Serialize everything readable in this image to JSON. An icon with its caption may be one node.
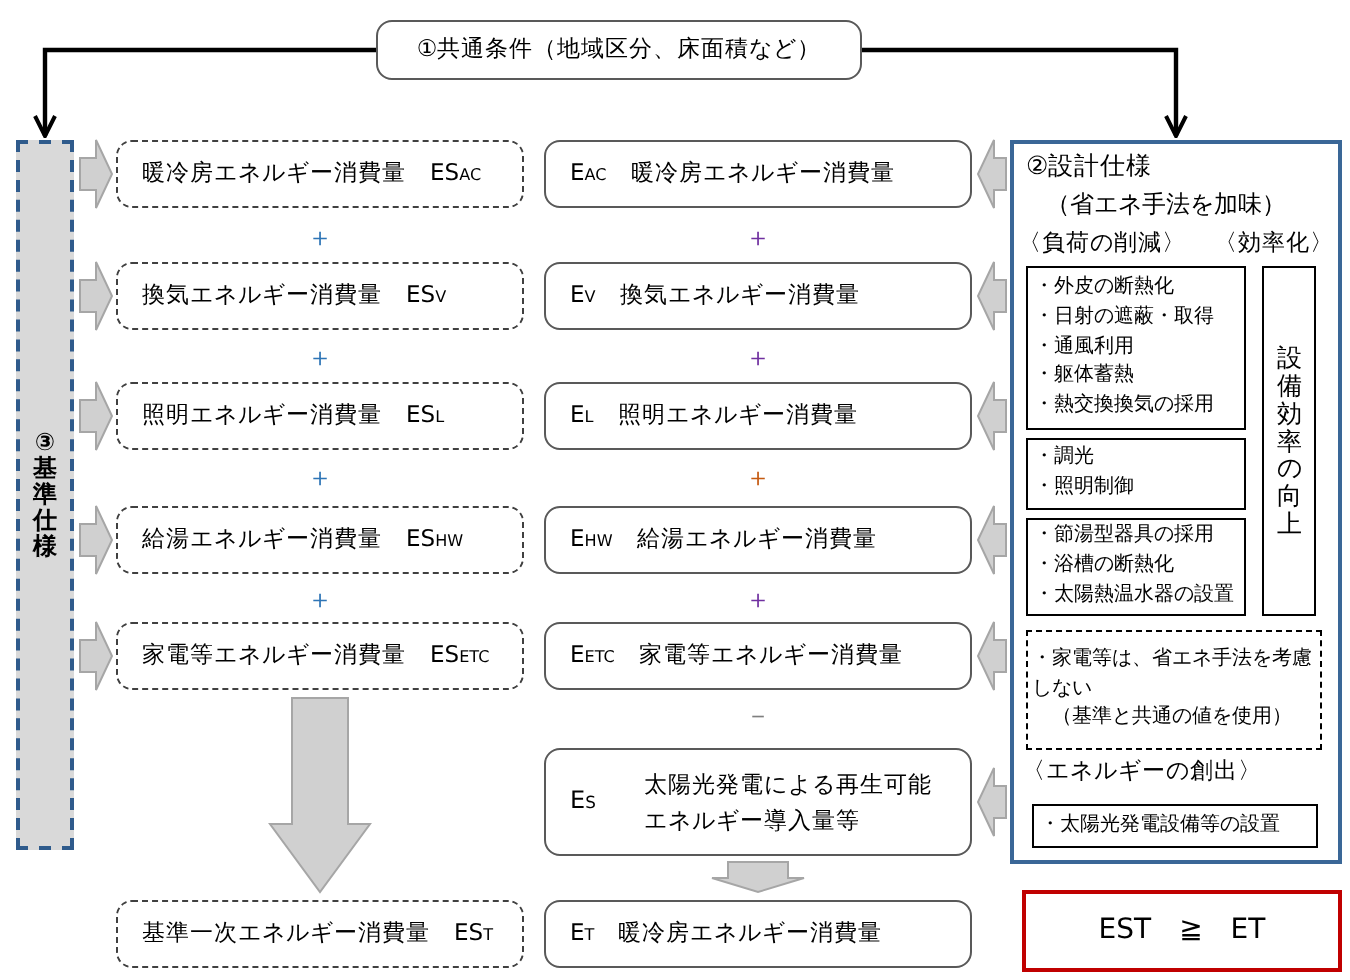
{
  "diagram": {
    "nodes": [
      {
        "text": [
          "①共通条件（地域区分、床面積など）"
        ]
      },
      {
        "text": [
          "③基準仕様"
        ]
      },
      {
        "text": [
          "暖冷房エネルギー消費量　ES$_{AC}$"
        ]
      },
      {
        "text": [
          "換気エネルギー消費量　ES$_{V}$"
        ]
      },
      {
        "text": [
          "照明エネルギー消費量　ES$_{L}$"
        ]
      },
      {
        "text": [
          "給湯エネルギー消費量　ES$_{HW}$"
        ]
      },
      {
        "text": [
          "家電等エネルギー消費量　ES$_{ETC}$"
        ]
      },
      {
        "text": [
          "基準一次エネルギー消費量　ES$_{T}$"
        ]
      },
      {
        "text": [
          "E$_{AC}$　暖冷房エネルギー消費量"
        ]
      },
      {
        "text": [
          "E$_{V}$　換気エネルギー消費量"
        ]
      },
      {
        "text": [
          "E$_{L}$　照明エネルギー消費量"
        ]
      },
      {
        "text": [
          "E$_{HW}$　給湯エネルギー消費量"
        ]
      },
      {
        "text": [
          "E$_{ETC}$　家電等エネルギー消費量"
        ]
      },
      {
        "text": [
          "E$_{S}$",
          "太陽光発電による再生可能エネルギー導入量等"
        ]
      },
      {
        "text": [
          "E$_{T}$　暖冷房エネルギー消費量"
        ]
      },
      {
        "text": [
          "②設計仕様",
          "（省エネ手法を加味）",
          "〈負荷の削減〉",
          "〈効率化〉",
          "〈エネルギーの創出〉"
        ]
      },
      {
        "text": [
          "・外皮の断熱化",
          "・日射の遮蔽・取得",
          "・通風利用",
          "・躯体蓄熱",
          "・熱交換換気の採用"
        ],
        "in": 15
      },
      {
        "text": [
          "・調光",
          "・照明制御"
        ],
        "in": 15
      },
      {
        "text": [
          "・節湯型器具の採用",
          "・浴槽の断熱化",
          "・太陽熱温水器の設置"
        ],
        "in": 15
      },
      {
        "text": [
          "設備効率の向上"
        ],
        "in": 15
      },
      {
        "text": [
          "・家電等は、省エネ手法を考慮しない",
          "（基準と共通の値を使用）"
        ],
        "in": 15
      },
      {
        "text": [
          "・太陽光発電設備等の設置"
        ],
        "in": 15
      },
      {
        "text": [
          "EST　≧　ET"
        ]
      }
    ],
    "edges": [
      {
        "from": 0,
        "to": 1,
        "arrow": "to",
        "color": "#000000"
      },
      {
        "from": 0,
        "to": 15,
        "arrow": "to",
        "color": "#000000"
      },
      {
        "from": 1,
        "to": 2,
        "arrow": "to",
        "style": "thick"
      },
      {
        "from": 1,
        "to": 3,
        "arrow": "to",
        "style": "thick"
      },
      {
        "from": 1,
        "to": 4,
        "arrow": "to",
        "style": "thick"
      },
      {
        "from": 1,
        "to": 5,
        "arrow": "to",
        "style": "thick"
      },
      {
        "from": 1,
        "to": 6,
        "arrow": "to",
        "style": "thick"
      },
      {
        "from": 6,
        "to": 7,
        "arrow": "to",
        "style": "thick"
      },
      {
        "from": 15,
        "to": 8,
        "arrow": "to",
        "style": "thick"
      },
      {
        "from": 15,
        "to": 9,
        "arrow": "to",
        "style": "thick"
      },
      {
        "from": 15,
        "to": 10,
        "arrow": "to",
        "style": "thick"
      },
      {
        "from": 15,
        "to": 11,
        "arrow": "to",
        "style": "thick"
      },
      {
        "from": 15,
        "to": 12,
        "arrow": "to",
        "style": "thick"
      },
      {
        "from": 15,
        "to": 13,
        "arrow": "to",
        "style": "thick"
      },
      {
        "from": 13,
        "to": 14,
        "arrow": "to",
        "style": "thick"
      }
    ],
    "labels": [
      "＋",
      "＋",
      "＋",
      "＋",
      "＋",
      "＋",
      "＋",
      "＋",
      "－"
    ]
  }
}
